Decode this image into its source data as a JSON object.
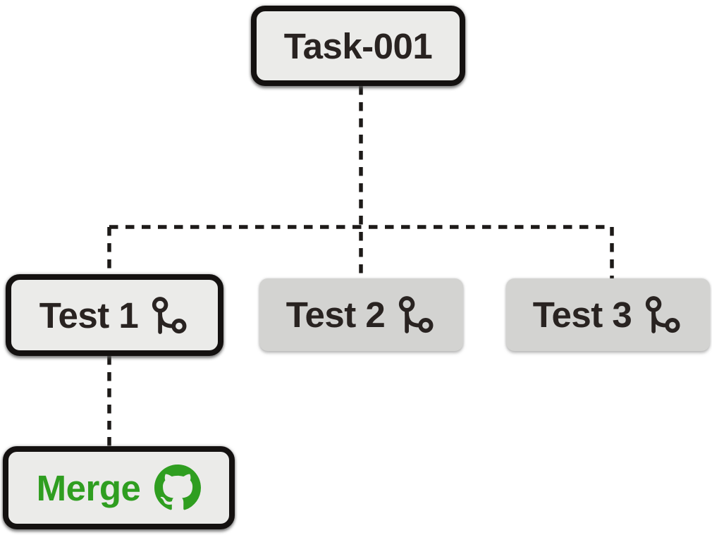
{
  "colors": {
    "background": "#ffffff",
    "node_fill_light": "#ebebe9",
    "node_fill_gray": "#d3d3d1",
    "node_border": "#141110",
    "text_dark": "#292321",
    "accent_green": "#2f9e20",
    "connector": "#1d1a18"
  },
  "nodes": {
    "task": {
      "label": "Task-001"
    },
    "test1": {
      "label": "Test 1",
      "icon": "git-branch-icon"
    },
    "test2": {
      "label": "Test 2",
      "icon": "git-branch-icon"
    },
    "test3": {
      "label": "Test 3",
      "icon": "git-branch-icon"
    },
    "merge": {
      "label": "Merge",
      "icon": "github-icon"
    }
  },
  "edges": [
    {
      "from": "Task-001",
      "to": "Test 1",
      "style": "dashed"
    },
    {
      "from": "Task-001",
      "to": "Test 2",
      "style": "dashed"
    },
    {
      "from": "Task-001",
      "to": "Test 3",
      "style": "dashed"
    },
    {
      "from": "Test 1",
      "to": "Merge",
      "style": "dashed"
    }
  ]
}
